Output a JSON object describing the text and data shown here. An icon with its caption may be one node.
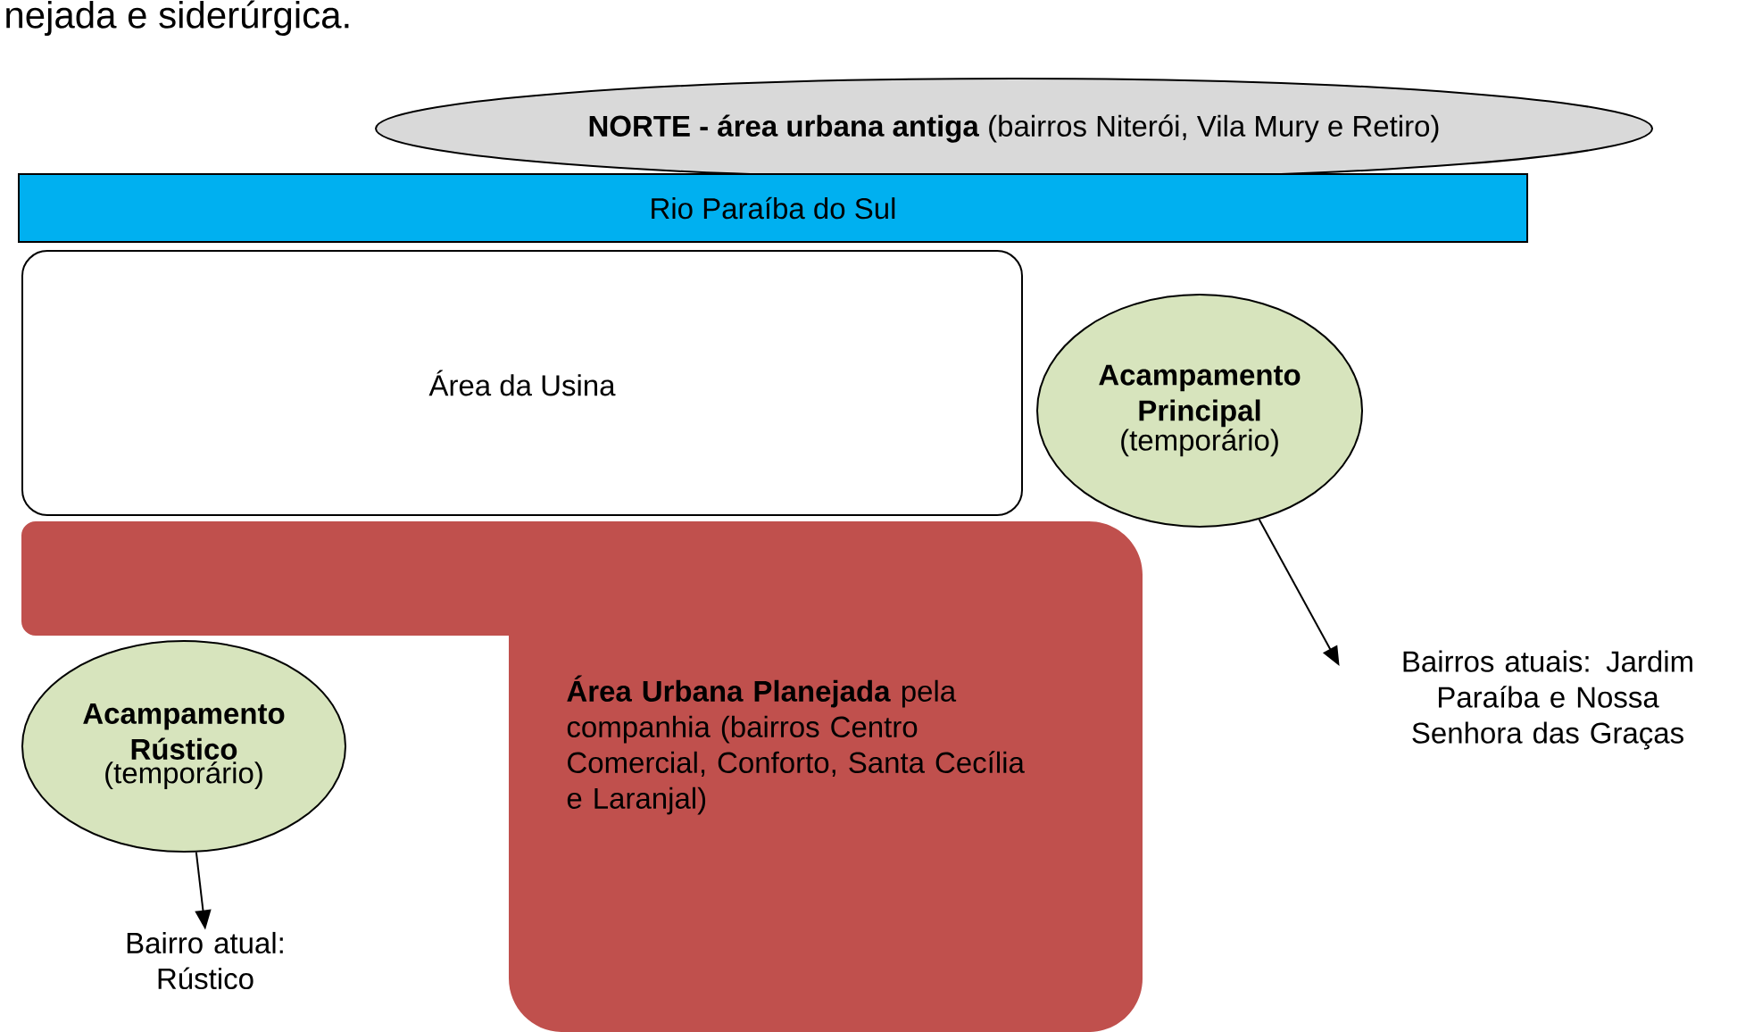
{
  "diagram": {
    "nodes": [
      {
        "text": [
          "**NORTE - área urbana antiga** (bairros Niterói, Vila Mury e Retiro)"
        ]
      },
      {
        "text": [
          "Rio Paraíba do Sul"
        ]
      },
      {
        "text": [
          "Área da Usina"
        ]
      },
      {
        "text": [
          "**Área Urbana Planejada** pela companhia (bairros Centro Comercial, Conforto, Santa Cecília e Laranjal)"
        ]
      },
      {
        "text": [
          "Acampamento Principal",
          "(temporário)"
        ]
      },
      {
        "text": [
          "Bairros atuais: Jardim Paraíba e Nossa Senhora das Graças"
        ]
      },
      {
        "text": [
          "Acampamento Rústico",
          "(temporário)"
        ]
      },
      {
        "text": [
          "Bairro atual: Rústico"
        ]
      }
    ],
    "edges": [
      {
        "from": 4,
        "to": 5,
        "arrow": "to"
      },
      {
        "from": 6,
        "to": 7,
        "arrow": "to"
      }
    ],
    "labels": [
      "nejada e siderúrgica."
    ]
  }
}
